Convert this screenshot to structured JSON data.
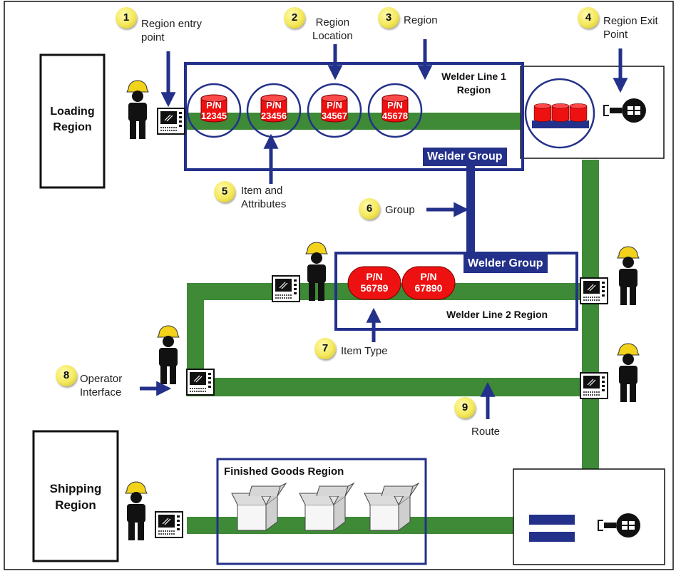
{
  "callouts": [
    {
      "number": "1",
      "label": "Region entry\npoint"
    },
    {
      "number": "2",
      "label": "Region\nLocation"
    },
    {
      "number": "3",
      "label": "Region"
    },
    {
      "number": "4",
      "label": "Region Exit\nPoint"
    },
    {
      "number": "5",
      "label": "Item and\nAttributes"
    },
    {
      "number": "6",
      "label": "Group"
    },
    {
      "number": "7",
      "label": "Item Type"
    },
    {
      "number": "8",
      "label": "Operator\nInterface"
    },
    {
      "number": "9",
      "label": "Route"
    }
  ],
  "regions": {
    "loading": "Loading\nRegion",
    "shipping": "Shipping\nRegion",
    "welder_line_1": "Welder Line 1\nRegion",
    "welder_line_2": "Welder Line 2 Region",
    "finished_goods": "Finished Goods Region"
  },
  "groups": {
    "top_tag": "Welder Group",
    "bottom_tag": "Welder Group"
  },
  "items_line_1": [
    {
      "pn_label": "P/N",
      "part_number": "12345"
    },
    {
      "pn_label": "P/N",
      "part_number": "23456"
    },
    {
      "pn_label": "P/N",
      "part_number": "34567"
    },
    {
      "pn_label": "P/N",
      "part_number": "45678"
    }
  ],
  "items_line_2": [
    {
      "pn_label": "P/N",
      "part_number": "56789"
    },
    {
      "pn_label": "P/N",
      "part_number": "67890"
    }
  ],
  "colors": {
    "route_green": "#3e8a36",
    "region_blue": "#23318a",
    "item_red": "#ee1111",
    "badge_yellow": "#f4e85a"
  }
}
